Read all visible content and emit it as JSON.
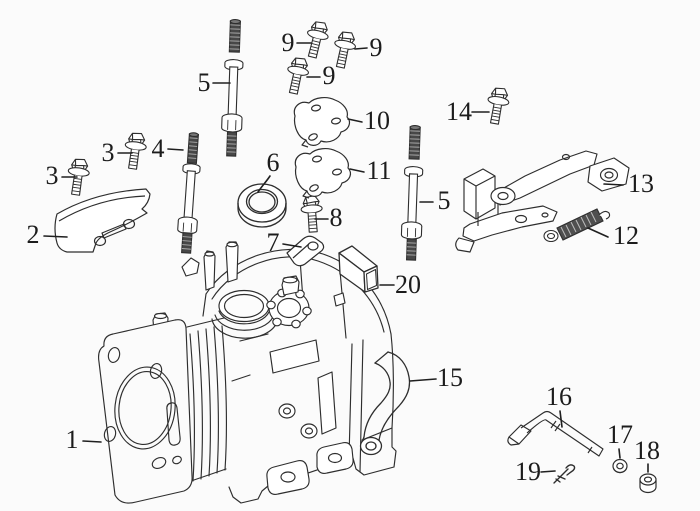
{
  "diagram": {
    "kind": "exploded-parts-line-drawing",
    "colors": {
      "background": "#fbfbfb",
      "line": "#2e2e2e",
      "label": "#1c1c1c",
      "thread_fill": "#474747",
      "spring_fill": "#4f4f4f"
    },
    "callouts": [
      {
        "id": "1",
        "label": "1"
      },
      {
        "id": "2",
        "label": "2"
      },
      {
        "id": "3a",
        "label": "3"
      },
      {
        "id": "3b",
        "label": "3"
      },
      {
        "id": "4",
        "label": "4"
      },
      {
        "id": "5a",
        "label": "5"
      },
      {
        "id": "5b",
        "label": "5"
      },
      {
        "id": "6",
        "label": "6"
      },
      {
        "id": "7",
        "label": "7"
      },
      {
        "id": "8",
        "label": "8"
      },
      {
        "id": "9a",
        "label": "9"
      },
      {
        "id": "9b",
        "label": "9"
      },
      {
        "id": "9c",
        "label": "9"
      },
      {
        "id": "10",
        "label": "10"
      },
      {
        "id": "11",
        "label": "11"
      },
      {
        "id": "12",
        "label": "12"
      },
      {
        "id": "13",
        "label": "13"
      },
      {
        "id": "14",
        "label": "14"
      },
      {
        "id": "15",
        "label": "15"
      },
      {
        "id": "16",
        "label": "16"
      },
      {
        "id": "17",
        "label": "17"
      },
      {
        "id": "18",
        "label": "18"
      },
      {
        "id": "19",
        "label": "19"
      },
      {
        "id": "20",
        "label": "20"
      }
    ]
  }
}
